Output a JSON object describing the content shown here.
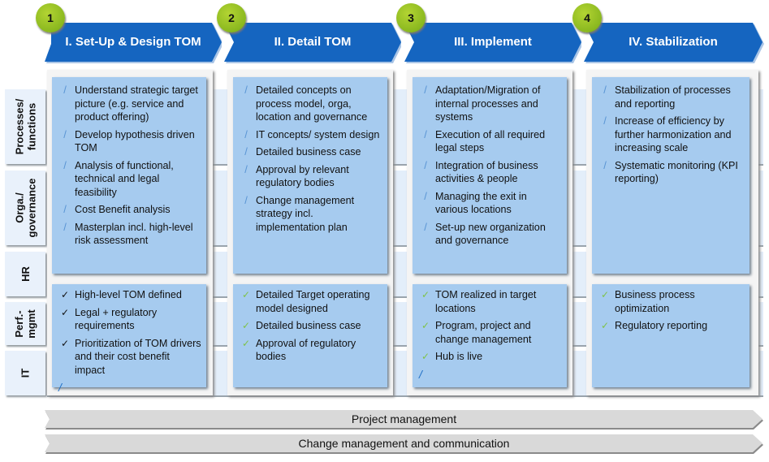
{
  "colors": {
    "phase_blue": "#1565c0",
    "badge_green": "#8ab81f",
    "box_blue": "#a6cbef",
    "slash_blue": "#5a95d4",
    "check_green": "#7fc24a",
    "bar_grey": "#d9d9d9"
  },
  "row_labels": [
    "Processes/ functions",
    "Orga./ governance",
    "HR",
    "Perf.- mgmt",
    "IT"
  ],
  "phases": [
    {
      "number": "1",
      "title": "I. Set-Up & Design TOM",
      "activities": [
        "Understand strategic target picture (e.g. service and product offering)",
        "Develop hypothesis driven TOM",
        "Analysis of functional, technical and legal feasibility",
        "Cost Benefit analysis",
        "Masterplan incl. high-level risk assessment"
      ],
      "results": [
        "High-level TOM defined",
        "Legal + regulatory requirements",
        "Prioritization of TOM drivers and their cost benefit impact"
      ],
      "result_marker": "check-icon",
      "trailing_mark": "/"
    },
    {
      "number": "2",
      "title": "II. Detail TOM",
      "activities": [
        "Detailed concepts on process model, orga, location and governance",
        "IT concepts/ system design",
        "Detailed business case",
        "Approval by relevant regulatory bodies",
        "Change management strategy incl. implementation plan"
      ],
      "results": [
        "Detailed Target operating model designed",
        "Detailed business case",
        "Approval of regulatory bodies"
      ],
      "result_marker": "green-check-icon",
      "trailing_mark": ""
    },
    {
      "number": "3",
      "title": "III. Implement",
      "activities": [
        "Adaptation/Migration of internal processes and systems",
        "Execution of all required legal steps",
        "Integration of business activities & people",
        "Managing the exit in various locations",
        "Set-up new organization and governance"
      ],
      "results": [
        "TOM realized in target locations",
        "Program, project and change management",
        "Hub is live"
      ],
      "result_marker": "green-check-icon",
      "trailing_mark": "/"
    },
    {
      "number": "4",
      "title": "IV. Stabilization",
      "activities": [
        "Stabilization of processes and reporting",
        "Increase of efficiency by further harmonization and increasing scale",
        "Systematic monitoring (KPI reporting)"
      ],
      "results": [
        "Business process optimization",
        "Regulatory reporting"
      ],
      "result_marker": "green-check-icon",
      "trailing_mark": ""
    }
  ],
  "bars": [
    "Project management",
    "Change management and communication"
  ]
}
